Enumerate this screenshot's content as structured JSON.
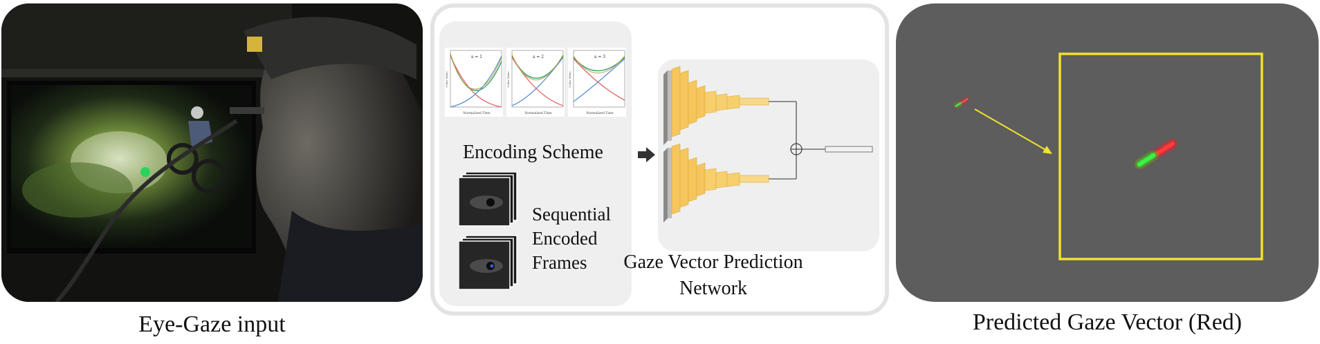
{
  "captions": {
    "left": "Eye-Gaze input",
    "right": "Predicted Gaze Vector (Red)"
  },
  "middle": {
    "encoding_scheme": "Encoding Scheme",
    "sequential_lines": [
      "Sequential",
      "Encoded",
      "Frames"
    ],
    "network_lines": [
      "Gaze Vector Prediction",
      "Network"
    ],
    "mini_plots": [
      {
        "title": "a = 1",
        "xlabel": "Normalized Time",
        "ylabel": "Color Value"
      },
      {
        "title": "a = 2",
        "xlabel": "Normalized Time",
        "ylabel": "Color Value"
      },
      {
        "title": "a = 3",
        "xlabel": "Normalized Time",
        "ylabel": "Color Value"
      }
    ]
  },
  "colors": {
    "frame_yellow": "#f2e12e",
    "gaze_red": "#e8202a",
    "gaze_green": "#1fd32c",
    "network_block": "#f5c65e",
    "panel_grey": "#5d5d5d"
  }
}
